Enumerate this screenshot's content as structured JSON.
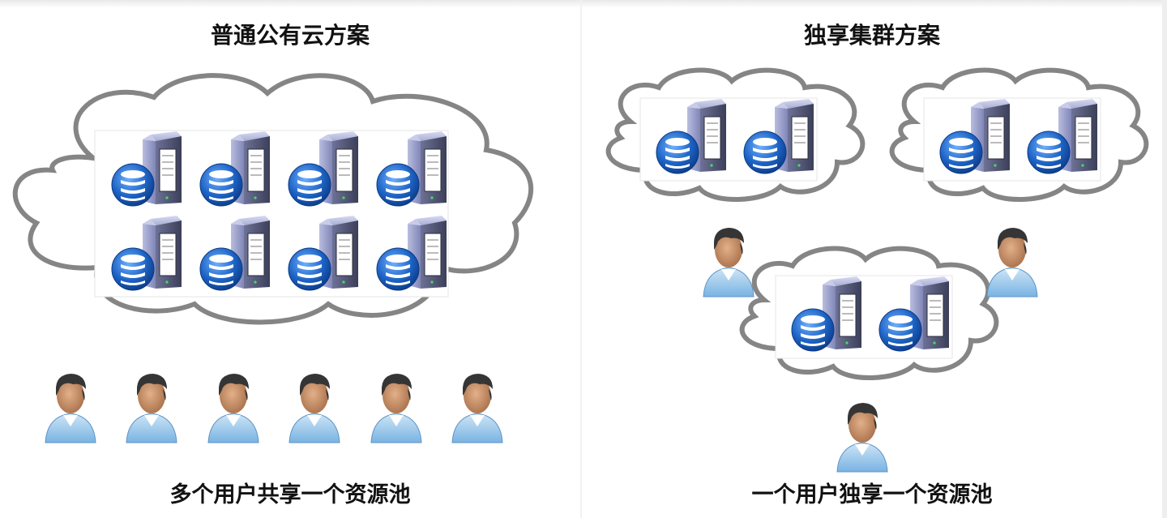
{
  "left": {
    "title": "普通公有云方案",
    "caption": "多个用户共享一个资源池"
  },
  "right": {
    "title": "独享集群方案",
    "caption": "一个用户独享一个资源池"
  },
  "colors": {
    "cloud_outline": "#858585",
    "server_body": "#8a8fbd",
    "database_blue": "#1d63c4",
    "user_shirt": "#9dc9ea",
    "user_hair": "#3b3b3b",
    "user_skin": "#c89268"
  }
}
